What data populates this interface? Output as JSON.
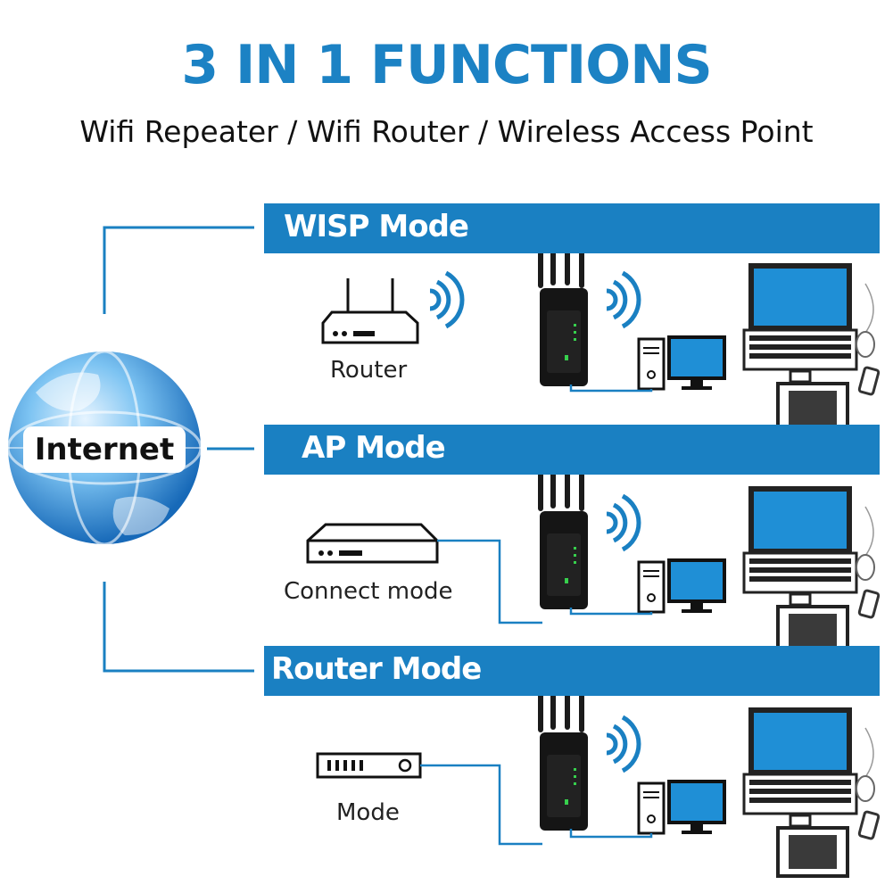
{
  "header": {
    "title": "3 IN 1 FUNCTIONS",
    "subtitle": "Wifi Repeater / Wifi Router / Wireless Access Point"
  },
  "globe": {
    "label": "Internet"
  },
  "modes": [
    {
      "title": "WISP Mode",
      "device_label": "Router"
    },
    {
      "title": "AP Mode",
      "device_label": "Connect mode"
    },
    {
      "title": "Router Mode",
      "device_label": "Mode"
    }
  ],
  "colors": {
    "accent": "#1a80c2",
    "text": "#111111",
    "line": "#1a80c2"
  }
}
